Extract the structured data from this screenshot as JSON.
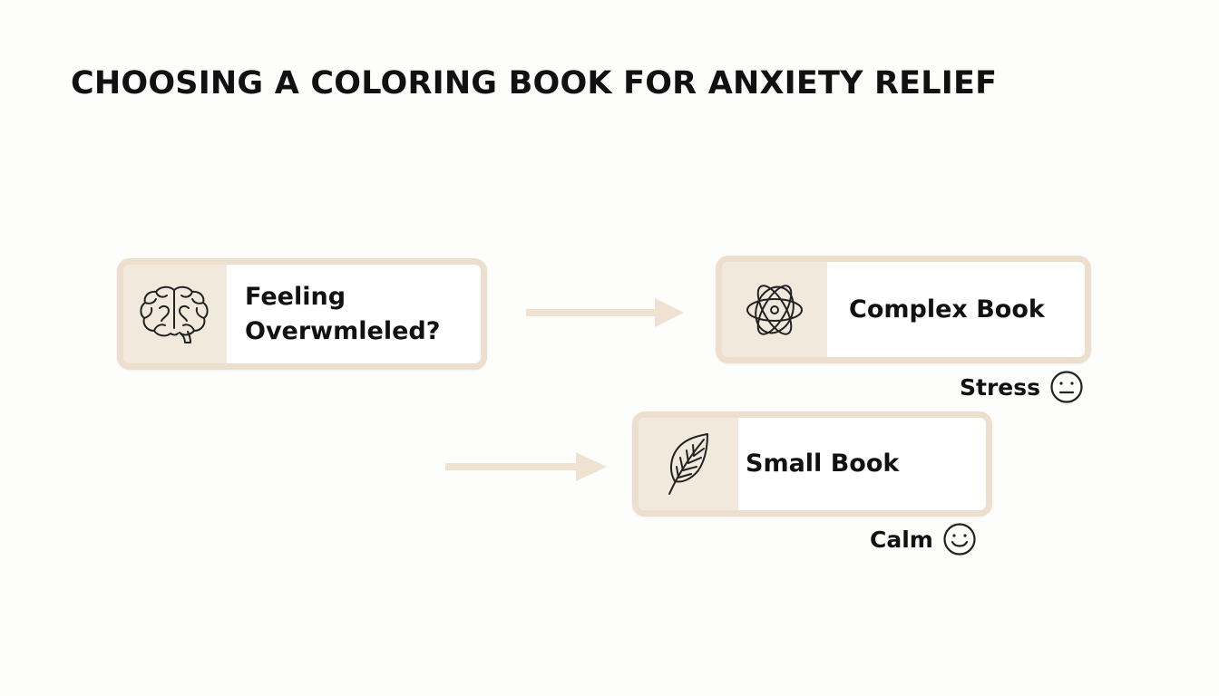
{
  "title": "CHOOSING A COLORING BOOK FOR ANXIETY RELIEF",
  "nodes": {
    "start": {
      "line1": "Feeling",
      "line2": "Overwmleled?",
      "icon": "brain-icon"
    },
    "complex": {
      "label": "Complex Book",
      "icon": "atom-icon"
    },
    "small": {
      "label": "Small Book",
      "icon": "leaf-icon"
    }
  },
  "outcomes": {
    "stress": {
      "label": "Stress",
      "icon": "neutral-face-icon"
    },
    "calm": {
      "label": "Calm",
      "icon": "smiling-face-icon"
    }
  },
  "colors": {
    "box_border": "#eddfcd",
    "icon_background": "#f2e9dd",
    "arrow": "#efe2d1",
    "text": "#111111"
  }
}
